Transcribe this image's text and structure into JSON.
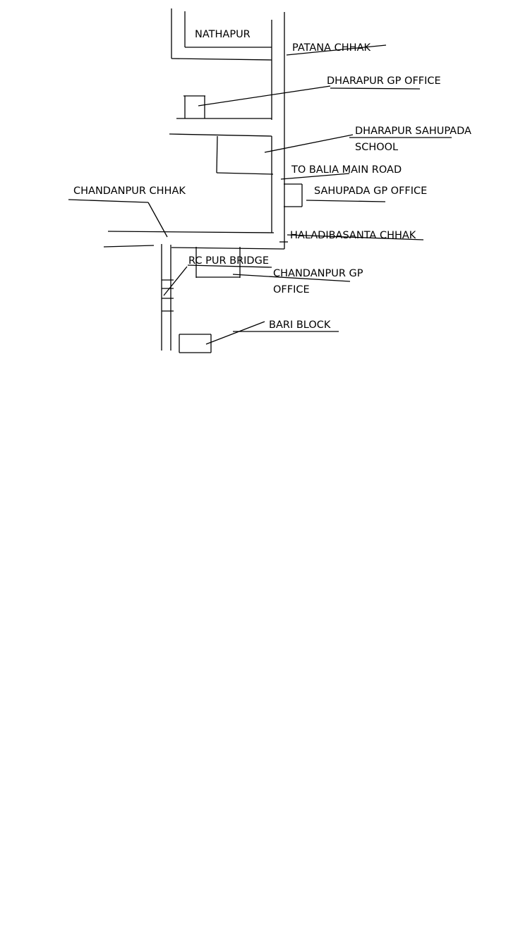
{
  "map": {
    "labels": {
      "nathapur": "NATHAPUR",
      "patana_chhak": "PATANA CHHAK",
      "dharapur_gp_office": "DHARAPUR GP OFFICE",
      "dharapur_sahupada_school_line1": "DHARAPUR SAHUPADA",
      "dharapur_sahupada_school_line2": "SCHOOL",
      "to_balia_main_road": "TO BALIA MAIN ROAD",
      "sahupada_gp_office": "SAHUPADA GP OFFICE",
      "chandanpur_chhak": "CHANDANPUR CHHAK",
      "haladibasanta_chhak": "HALADIBASANTA CHHAK",
      "rc_pur_bridge": "RC PUR BRIDGE",
      "chandanpur_gp_office_line1": "CHANDANPUR GP",
      "chandanpur_gp_office_line2": "OFFICE",
      "bari_block": "BARI BLOCK"
    }
  }
}
